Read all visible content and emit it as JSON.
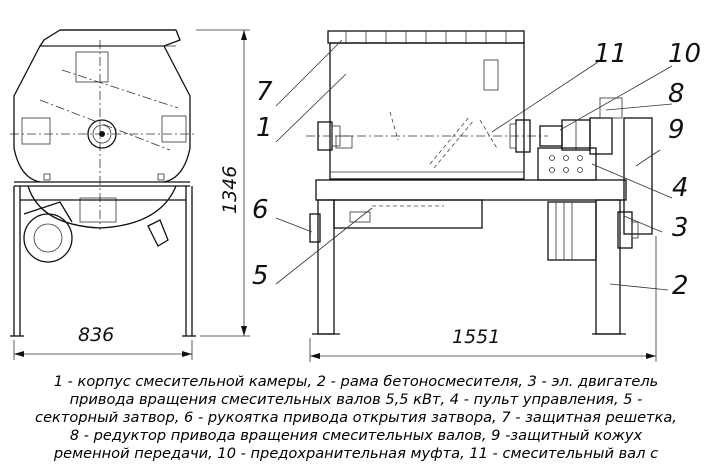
{
  "dimensions": {
    "height": "1346",
    "side_width": "836",
    "front_width": "1551"
  },
  "callouts": [
    "1",
    "2",
    "3",
    "4",
    "5",
    "6",
    "7",
    "8",
    "9",
    "10",
    "11"
  ],
  "caption": [
    "1 - корпус смесительной камеры, 2 - рама бетоносмесителя, 3 - эл. двигатель",
    "привода вращения смесительных валов 5,5 кВт, 4 - пульт управления, 5 -",
    "секторный затвор, 6 - рукоятка привода открытия затвора, 7 - защитная решетка,",
    "8 - редуктор привода вращения смесительных валов, 9 -защитный кожух",
    "ременной передачи, 10 - предохранительная муфта, 11 - смесительный вал с"
  ]
}
